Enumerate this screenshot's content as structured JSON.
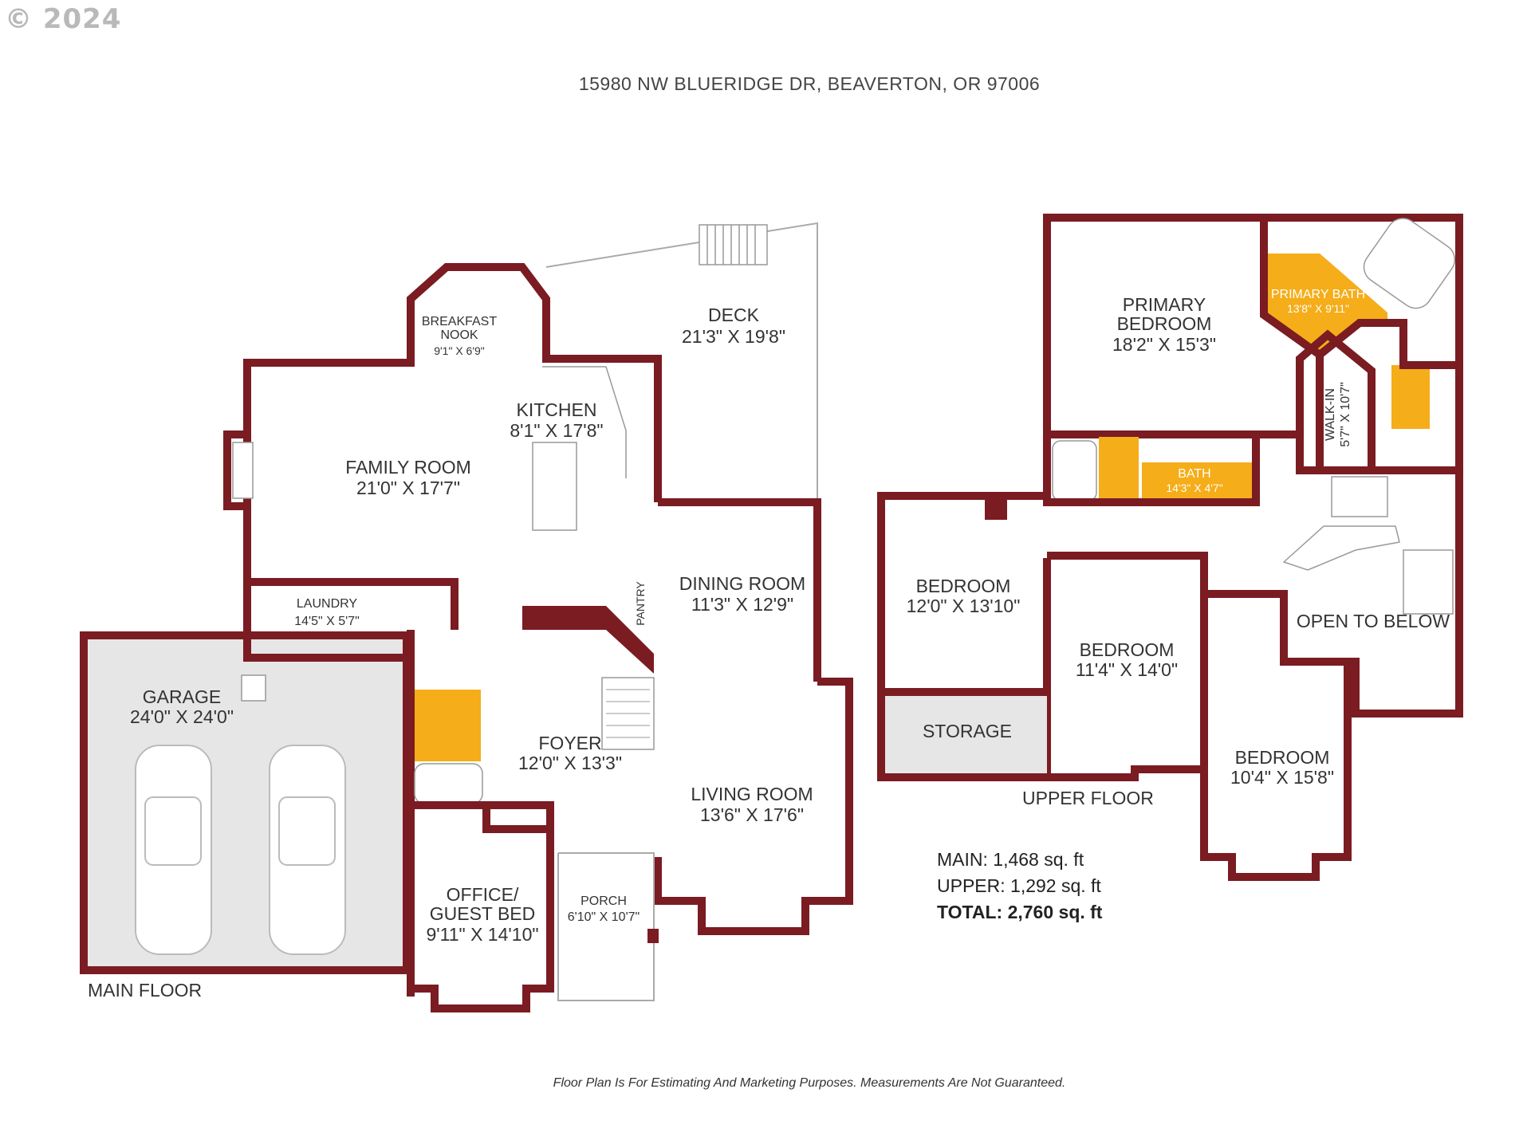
{
  "copyright": "© 2024",
  "address": "15980 NW BLUERIDGE DR, BEAVERTON, OR 97006",
  "floors": {
    "main": "MAIN FLOOR",
    "upper": "UPPER FLOOR"
  },
  "rooms": {
    "deck": {
      "name": "DECK",
      "dim": "21'3\" X 19'8\""
    },
    "breakfast_nook": {
      "name1": "BREAKFAST",
      "name2": "NOOK",
      "dim": "9'1\" X 6'9\""
    },
    "kitchen": {
      "name": "KITCHEN",
      "dim": "8'1\" X 17'8\""
    },
    "family_room": {
      "name": "FAMILY ROOM",
      "dim": "21'0\" X 17'7\""
    },
    "dining_room": {
      "name": "DINING ROOM",
      "dim": "11'3\" X 12'9\""
    },
    "pantry": {
      "name": "PANTRY"
    },
    "laundry": {
      "name": "LAUNDRY",
      "dim": "14'5\" X 5'7\""
    },
    "garage": {
      "name": "GARAGE",
      "dim": "24'0\" X 24'0\""
    },
    "foyer": {
      "name": "FOYER",
      "dim": "12'0\" X 13'3\""
    },
    "living_room": {
      "name": "LIVING ROOM",
      "dim": "13'6\" X 17'6\""
    },
    "office": {
      "name1": "OFFICE/",
      "name2": "GUEST BED",
      "dim": "9'11\" X 14'10\""
    },
    "porch": {
      "name": "PORCH",
      "dim": "6'10\" X 10'7\""
    },
    "primary_bedroom": {
      "name1": "PRIMARY",
      "name2": "BEDROOM",
      "dim": "18'2\" X 15'3\""
    },
    "primary_bath": {
      "name": "PRIMARY BATH",
      "dim": "13'8\" X 9'11\""
    },
    "walk_in": {
      "name": "WALK-IN",
      "dim": "5'7\" X 10'7\""
    },
    "bath": {
      "name": "BATH",
      "dim": "14'3\" X 4'7\""
    },
    "bedroom_1": {
      "name": "BEDROOM",
      "dim": "12'0\" X 13'10\""
    },
    "bedroom_2": {
      "name": "BEDROOM",
      "dim": "11'4\" X 14'0\""
    },
    "bedroom_3": {
      "name": "BEDROOM",
      "dim": "10'4\" X 15'8\""
    },
    "storage": {
      "name": "STORAGE"
    },
    "open_to_below": {
      "name": "OPEN TO BELOW"
    }
  },
  "totals": {
    "main": "MAIN: 1,468 sq. ft",
    "upper": "UPPER: 1,292 sq. ft",
    "total": "TOTAL: 2,760 sq. ft"
  },
  "disclaimer": "Floor Plan Is For Estimating And Marketing Purposes. Measurements Are Not Guaranteed.",
  "colors": {
    "wall": "#7a1c22",
    "bath_fill": "#f5ad19",
    "garage_fill": "#e6e6e6",
    "storage_fill": "#e6e6e6"
  }
}
